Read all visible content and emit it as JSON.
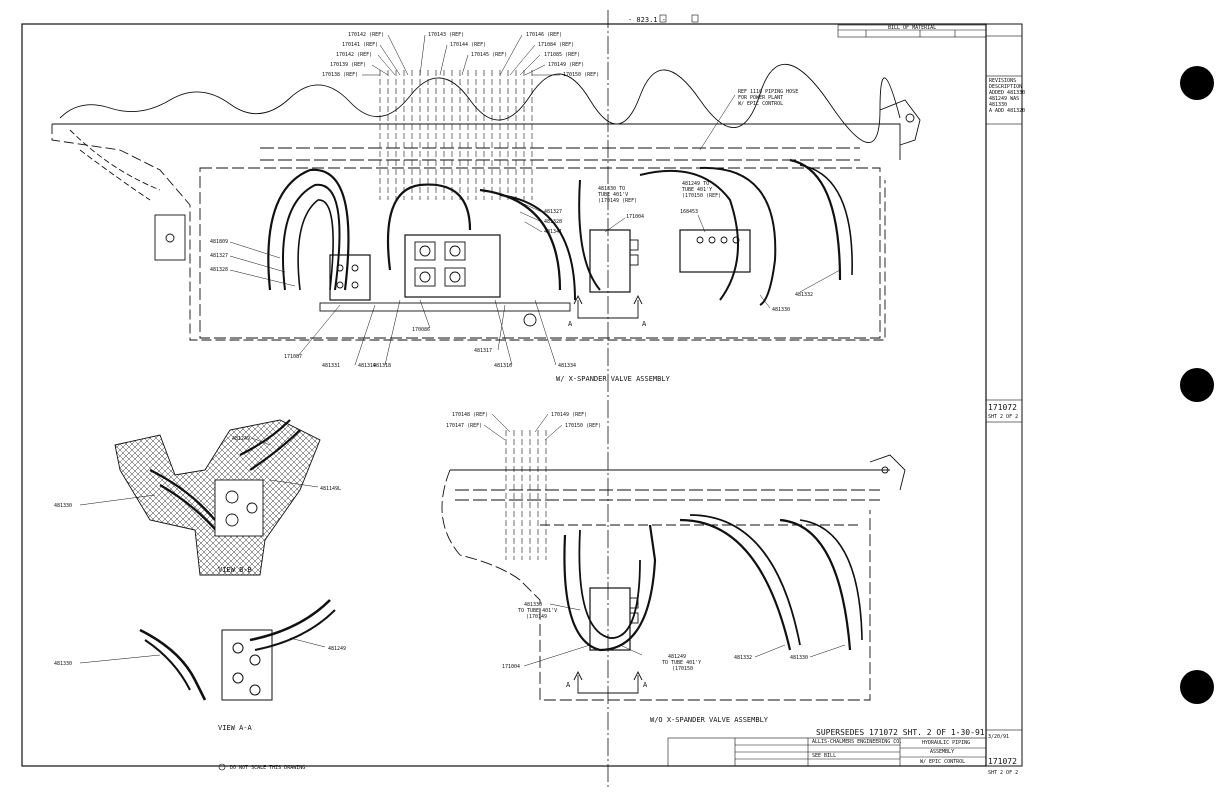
{
  "header": {
    "top_marker": "- 823.1 -",
    "bill_of_material": "BILL OF MATERIAL"
  },
  "views": {
    "upper_title": "W/ X-SPANDER VALVE ASSEMBLY",
    "lower_title": "W/O X-SPANDER VALVE ASSEMBLY",
    "view_aa_title": "VIEW A-A",
    "view_bb_title": "VIEW B-B",
    "section_a": "A"
  },
  "upper_callouts": {
    "ref_left": [
      "170142 (REF)",
      "170141 (REF)",
      "170142 (REF)",
      "170139 (REF)",
      "170138 (REF)"
    ],
    "ref_mid": [
      "170143 (REF)",
      "170144 (REF)",
      "170145 (REF)"
    ],
    "ref_right": [
      "170146 (REF)",
      "171084 (REF)",
      "171085 (REF)",
      "170149 (REF)",
      "170150 (REF)"
    ],
    "piping_note": [
      "REF 1110 PIPING HOSE",
      "FOR POWER PLANT",
      "W/ EPIC CONTROL"
    ],
    "left_hoses": [
      "481809",
      "481327",
      "481328"
    ],
    "center_right": [
      "481327",
      "481328",
      "481341"
    ],
    "tube_a": [
      "481330 TO",
      "TUBE 401'V",
      "(170149 (REF)"
    ],
    "tube_b": [
      "481249 TO",
      "TUBE 401'Y",
      "(170150 (REF)"
    ],
    "part_171004": "171004",
    "part_168453": "168453",
    "part_481332": "481332",
    "part_481330": "481330",
    "part_170086": "170086",
    "part_171087": "171087",
    "part_481317": "481317",
    "bottom_parts": [
      "481331",
      "481319",
      "481318",
      "481316",
      "481334"
    ]
  },
  "lower_callouts": {
    "ref_left": [
      "170148 (REF)",
      "170147 (REF)"
    ],
    "ref_right": [
      "170149 (REF)",
      "170150 (REF)"
    ],
    "tube_a": [
      "481330",
      "TO TUBE 401'V",
      "(170149"
    ],
    "tube_b": [
      "481249",
      "TO TUBE 401'Y",
      "(170150"
    ],
    "part_171004": "171004",
    "part_481332": "481332",
    "part_481330": "481330"
  },
  "detail_callouts": {
    "bb_top": "481249",
    "bb_left": "481330",
    "bb_right": "481149L",
    "aa_left": "481330",
    "aa_right": "481249"
  },
  "title_block": {
    "supersedes": "SUPERSEDES 171072 SHT. 2 OF 1-30-91",
    "company": "ALLIS-CHALMERS ENGINEERING CO.",
    "title_line1": "HYDRAULIC PIPING",
    "title_line2": "ASSEMBLY",
    "title_line3": "W/ EPIC CONTROL",
    "material": "SEE BILL",
    "drawing_no": "171072",
    "date_box": "3/20/91",
    "sheet_mid": "SHT 2 OF 2",
    "sheet_bottom": "SHT 2 OF 2"
  },
  "right_strip": {
    "revision_lines": [
      "REVISIONS",
      "DESCRIPTION",
      "ADDED 481330",
      "481249 WAS",
      "481330",
      "A ADD 481320"
    ],
    "side_drawing_no": "171072",
    "side_sheet": "SHT 2 OF 2"
  },
  "footer": {
    "note": "DO NOT SCALE THIS DRAWING"
  }
}
